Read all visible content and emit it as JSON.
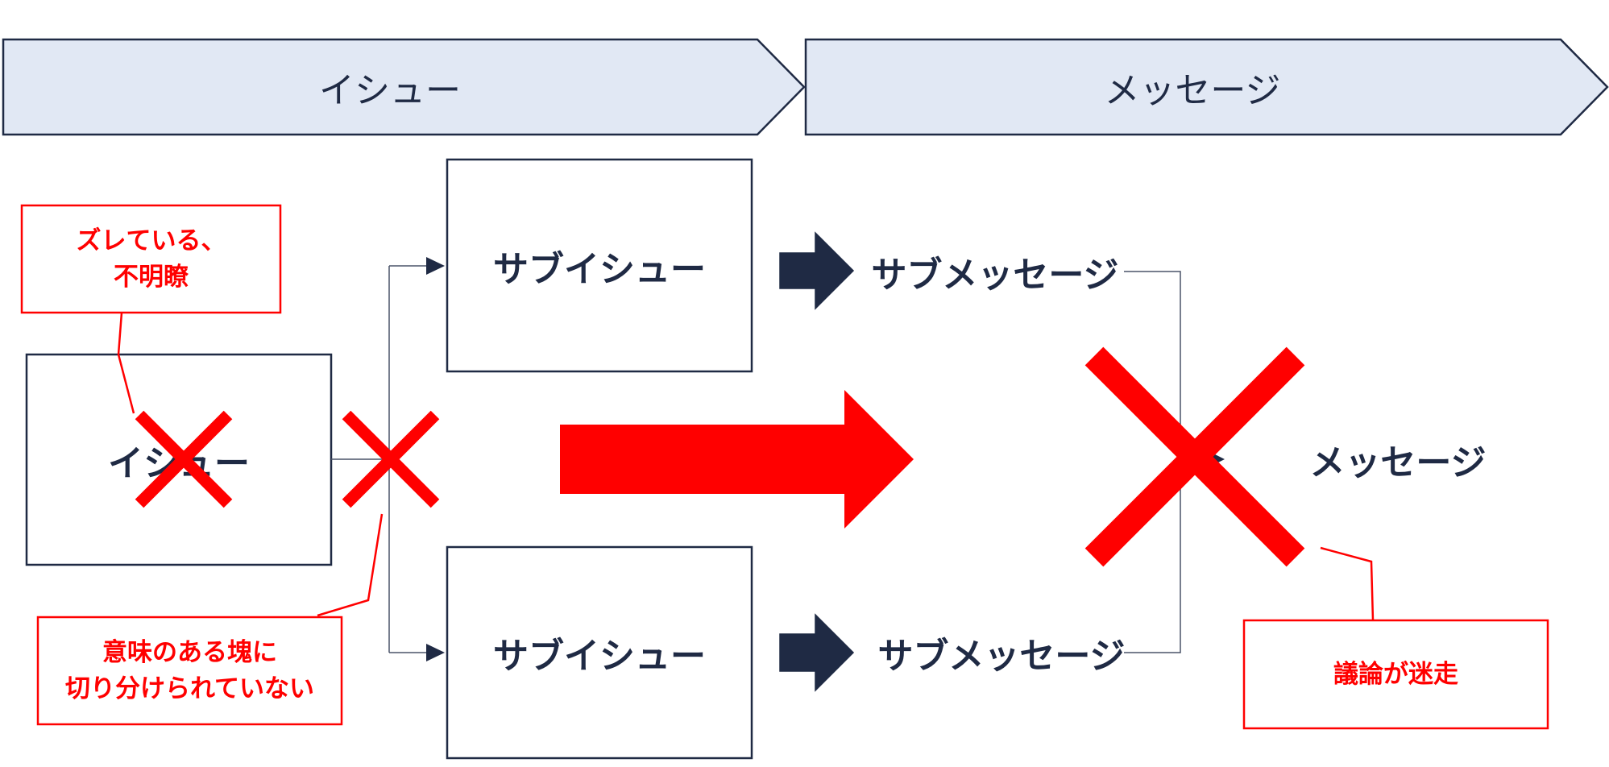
{
  "phases": {
    "issue_label": "イシュー",
    "message_label": "メッセージ"
  },
  "diagram": {
    "main_issue_label": "イシュー",
    "sub_issue_top_label": "サブイシュー",
    "sub_issue_bottom_label": "サブイシュー",
    "sub_message_top_label": "サブメッセージ",
    "sub_message_bottom_label": "サブメッセージ",
    "main_message_label": "メッセージ"
  },
  "annotations": {
    "misaligned_line1": "ズレている、",
    "misaligned_line2": "不明瞭",
    "not_split_line1": "意味のある塊に",
    "not_split_line2": "切り分けられていない",
    "discussion_astray": "議論が迷走"
  },
  "colors": {
    "navy": "#1f2a44",
    "phase_fill": "#e1e8f4",
    "red": "#ff0000",
    "connector": "#4a5468"
  }
}
